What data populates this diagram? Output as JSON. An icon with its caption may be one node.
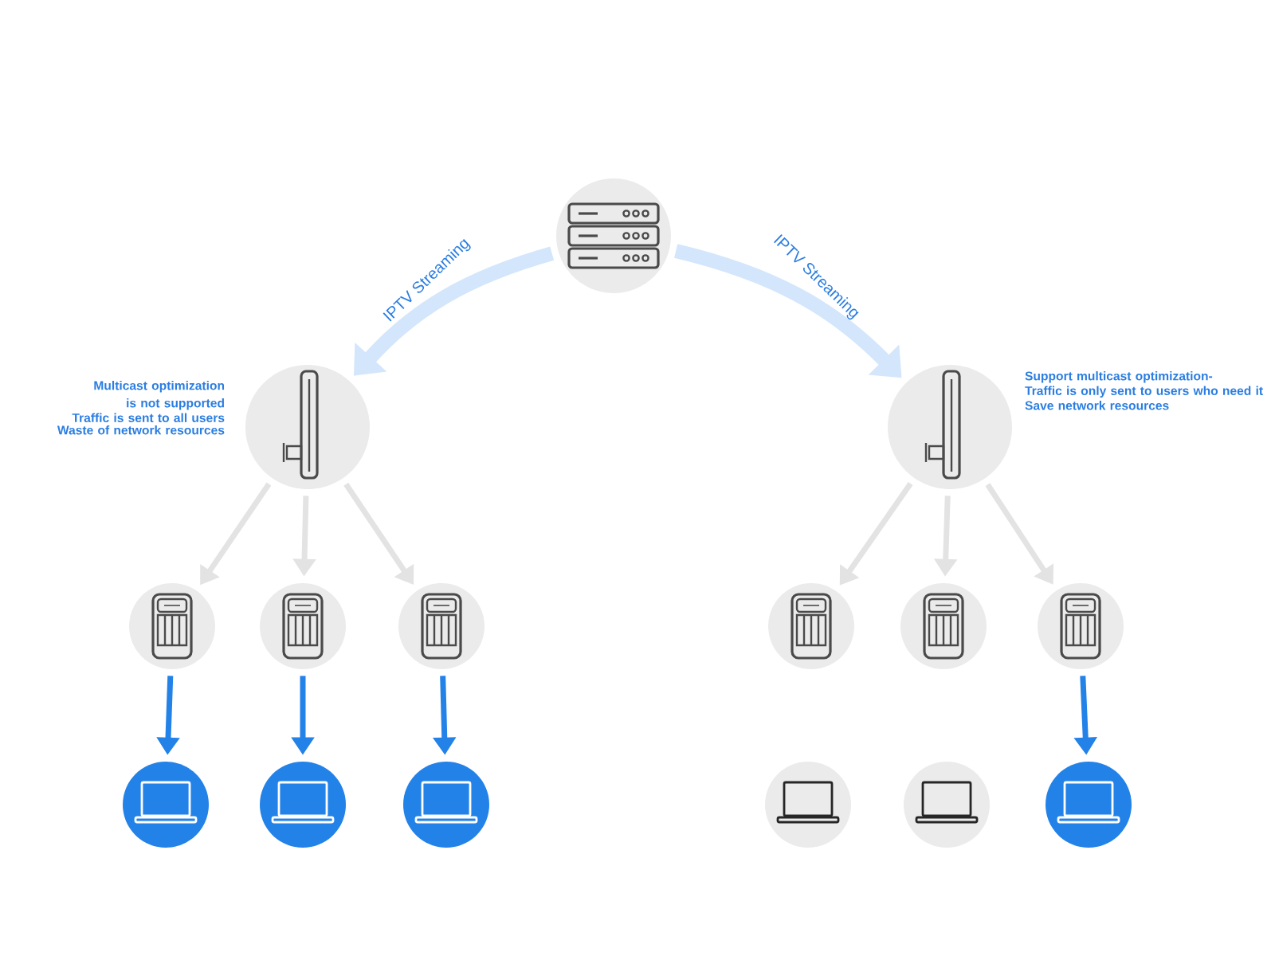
{
  "diagram": {
    "nodes": [
      {
        "text": [],
        "shape": "circle"
      },
      {
        "text": [],
        "shape": "circle",
        "beside": [
          "Multicast optimization is not supported",
          "Traffic is sent to all users",
          "Waste of network resources"
        ]
      },
      {
        "text": [],
        "shape": "circle",
        "beside": [
          "Support multicast optimization-",
          "Traffic is only sent to users who need it",
          "Save network resources"
        ]
      },
      {
        "text": [],
        "shape": "circle"
      },
      {
        "text": [],
        "shape": "circle"
      },
      {
        "text": [],
        "shape": "circle"
      },
      {
        "text": [],
        "shape": "circle"
      },
      {
        "text": [],
        "shape": "circle"
      },
      {
        "text": [],
        "shape": "circle"
      },
      {
        "text": [],
        "shape": "circle"
      },
      {
        "text": [],
        "shape": "circle"
      },
      {
        "text": [],
        "shape": "circle"
      },
      {
        "text": [],
        "shape": "circle"
      },
      {
        "text": [],
        "shape": "circle"
      },
      {
        "text": [],
        "shape": "circle"
      }
    ],
    "edges": [
      {
        "from": 0,
        "to": 1,
        "arrow": "to",
        "label": "IPTV Streaming",
        "style": "thick",
        "color": "#d4e6fc"
      },
      {
        "from": 0,
        "to": 2,
        "arrow": "to",
        "label": "IPTV Streaming",
        "style": "thick",
        "color": "#d4e6fc"
      },
      {
        "from": 1,
        "to": 3,
        "arrow": "to",
        "color": "#e3e3e3"
      },
      {
        "from": 1,
        "to": 4,
        "arrow": "to",
        "color": "#e3e3e3"
      },
      {
        "from": 1,
        "to": 5,
        "arrow": "to",
        "color": "#e3e3e3"
      },
      {
        "from": 2,
        "to": 6,
        "arrow": "to",
        "color": "#e3e3e3"
      },
      {
        "from": 2,
        "to": 7,
        "arrow": "to",
        "color": "#e3e3e3"
      },
      {
        "from": 2,
        "to": 8,
        "arrow": "to",
        "color": "#e3e3e3"
      },
      {
        "from": 3,
        "to": 9,
        "arrow": "to",
        "color": "#2382e8"
      },
      {
        "from": 4,
        "to": 10,
        "arrow": "to",
        "color": "#2382e8"
      },
      {
        "from": 5,
        "to": 11,
        "arrow": "to",
        "color": "#2382e8"
      },
      {
        "from": 8,
        "to": 14,
        "arrow": "to",
        "color": "#2382e8"
      }
    ]
  }
}
